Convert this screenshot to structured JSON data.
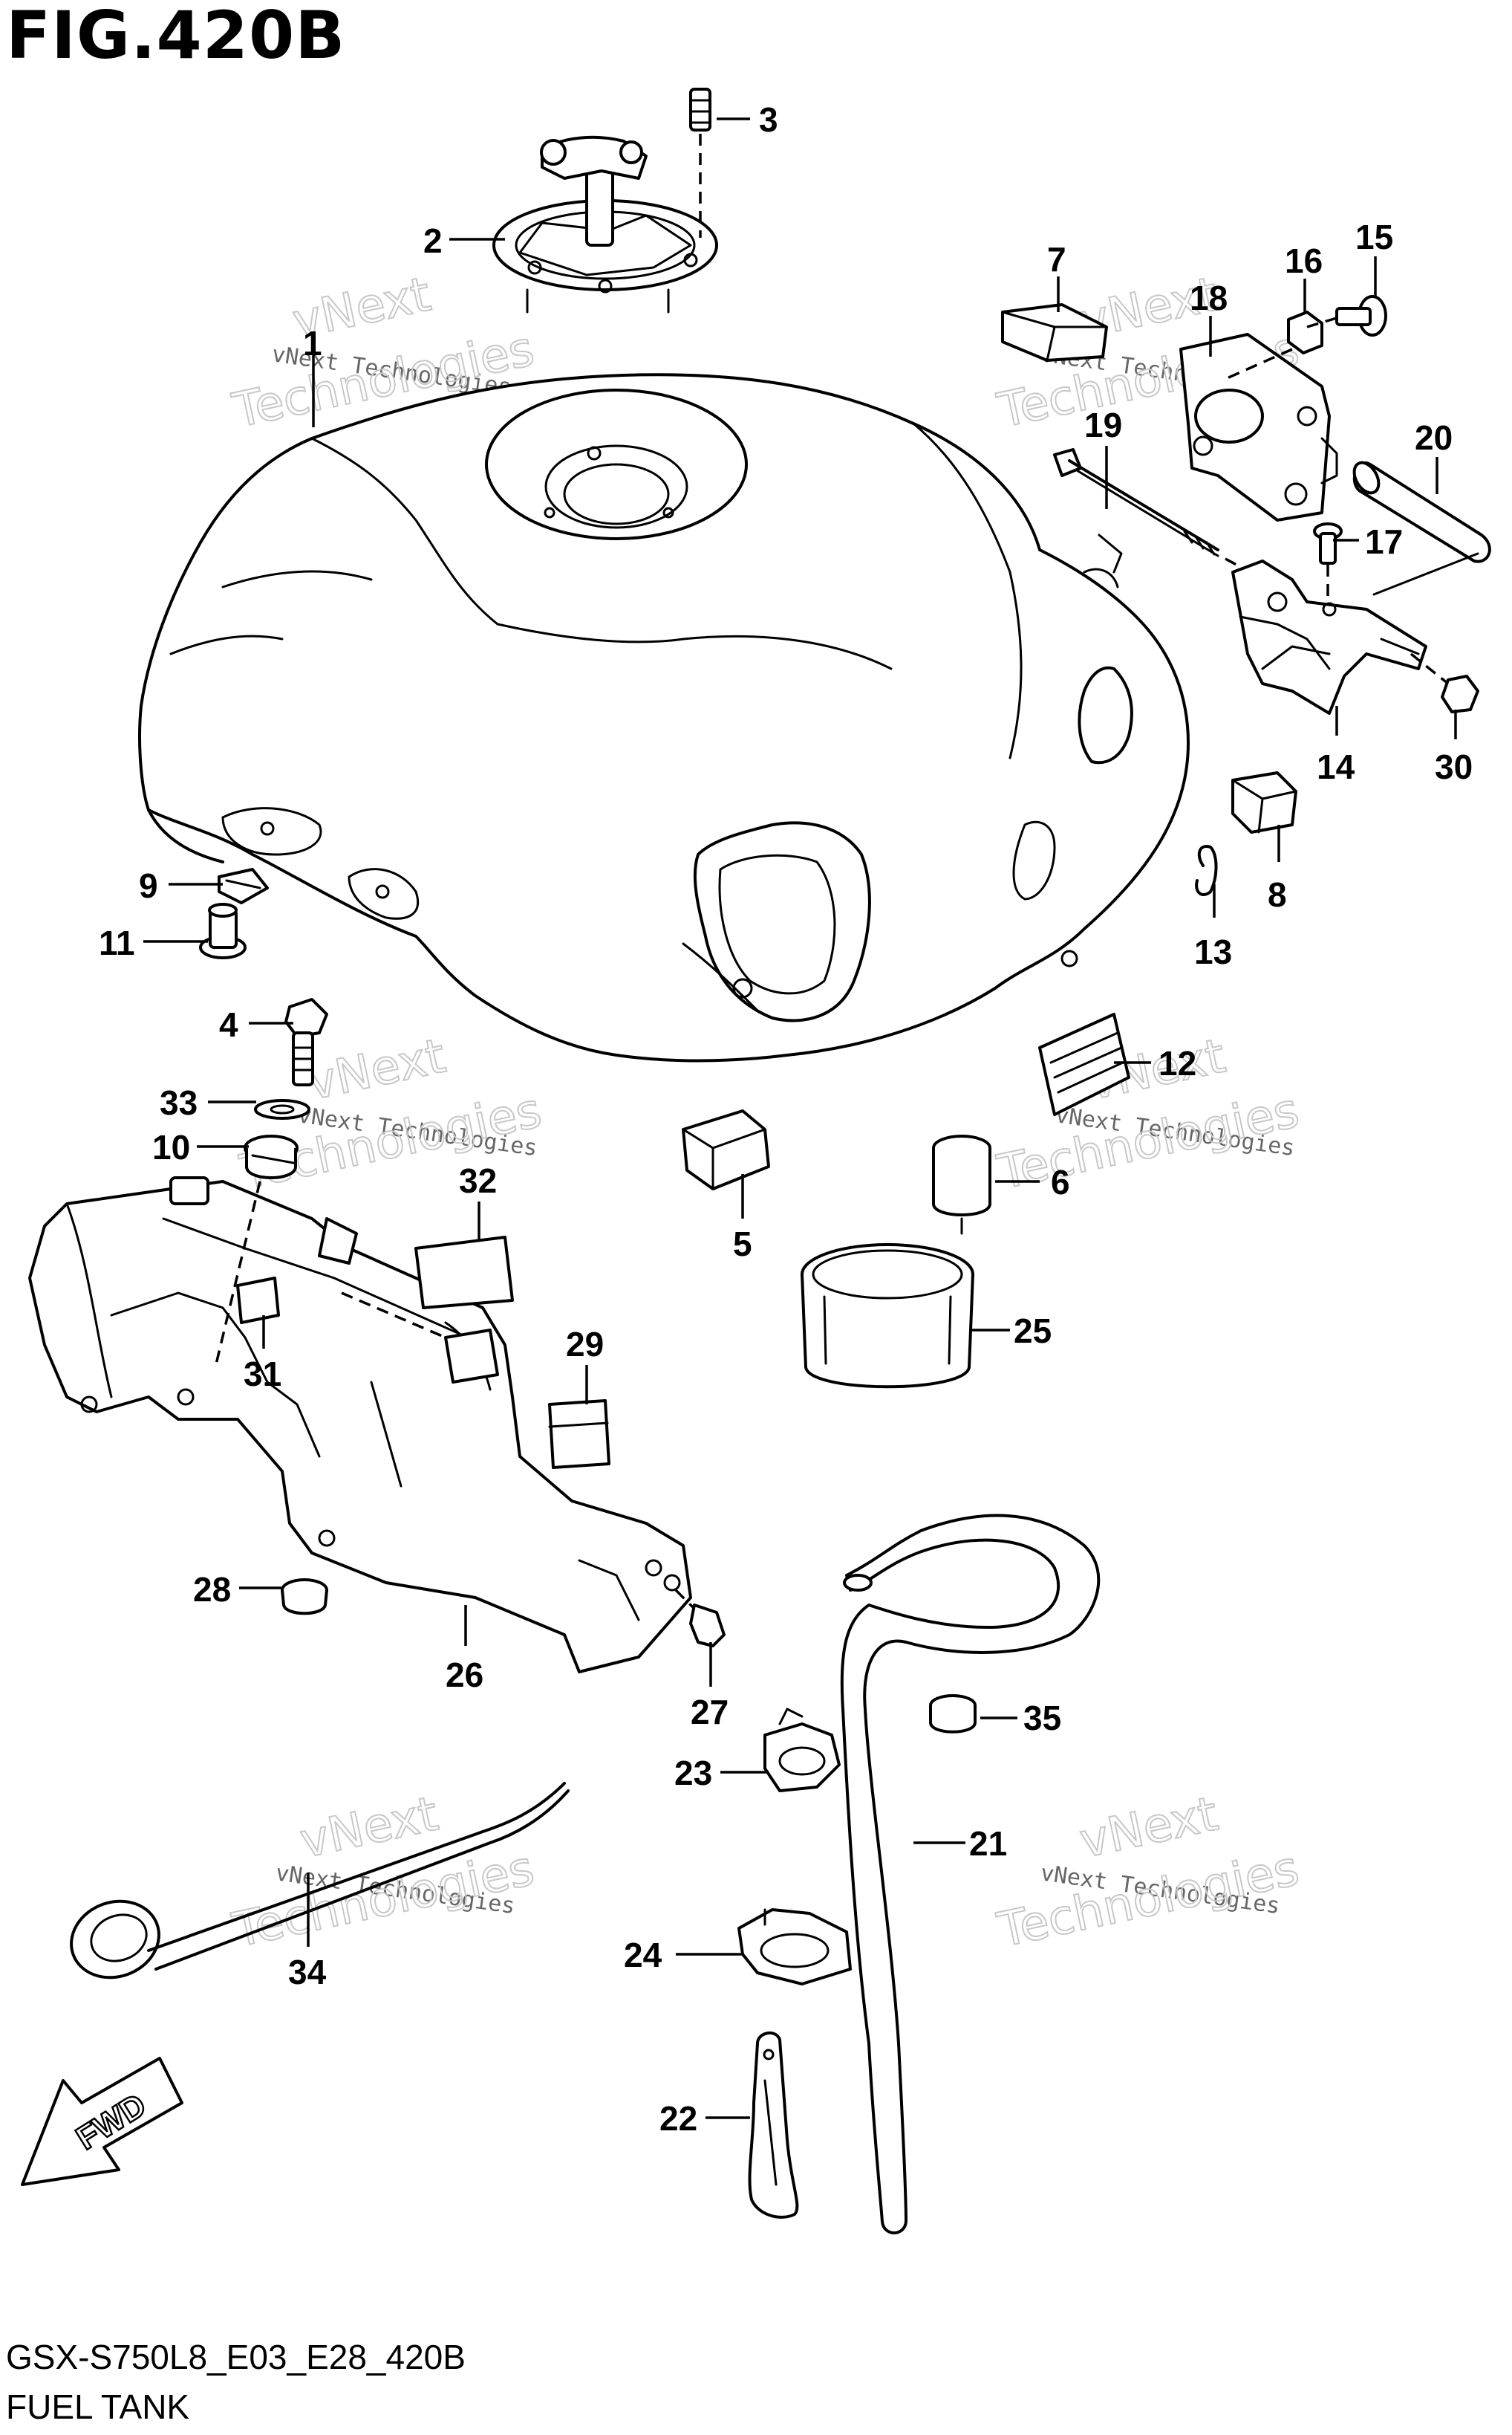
{
  "figure": {
    "title": "FIG.420B",
    "model_code": "GSX-S750L8_E03_E28_420B",
    "part_name": "FUEL TANK",
    "direction_label": "FWD"
  },
  "watermark": {
    "line1": "vNext Technologies",
    "line2": "vNext",
    "line3": "Technologies"
  },
  "callouts": [
    {
      "id": "c1",
      "label": "1"
    },
    {
      "id": "c2",
      "label": "2"
    },
    {
      "id": "c3",
      "label": "3"
    },
    {
      "id": "c4",
      "label": "4"
    },
    {
      "id": "c5",
      "label": "5"
    },
    {
      "id": "c6",
      "label": "6"
    },
    {
      "id": "c7",
      "label": "7"
    },
    {
      "id": "c8",
      "label": "8"
    },
    {
      "id": "c9",
      "label": "9"
    },
    {
      "id": "c10",
      "label": "10"
    },
    {
      "id": "c11",
      "label": "11"
    },
    {
      "id": "c12",
      "label": "12"
    },
    {
      "id": "c13",
      "label": "13"
    },
    {
      "id": "c14",
      "label": "14"
    },
    {
      "id": "c15",
      "label": "15"
    },
    {
      "id": "c16",
      "label": "16"
    },
    {
      "id": "c17",
      "label": "17"
    },
    {
      "id": "c18",
      "label": "18"
    },
    {
      "id": "c19",
      "label": "19"
    },
    {
      "id": "c20",
      "label": "20"
    },
    {
      "id": "c21",
      "label": "21"
    },
    {
      "id": "c22",
      "label": "22"
    },
    {
      "id": "c23",
      "label": "23"
    },
    {
      "id": "c24",
      "label": "24"
    },
    {
      "id": "c25",
      "label": "25"
    },
    {
      "id": "c26",
      "label": "26"
    },
    {
      "id": "c27",
      "label": "27"
    },
    {
      "id": "c28",
      "label": "28"
    },
    {
      "id": "c29",
      "label": "29"
    },
    {
      "id": "c30",
      "label": "30"
    },
    {
      "id": "c31",
      "label": "31"
    },
    {
      "id": "c32",
      "label": "32"
    },
    {
      "id": "c33",
      "label": "33"
    },
    {
      "id": "c34",
      "label": "34"
    },
    {
      "id": "c35",
      "label": "35"
    }
  ]
}
